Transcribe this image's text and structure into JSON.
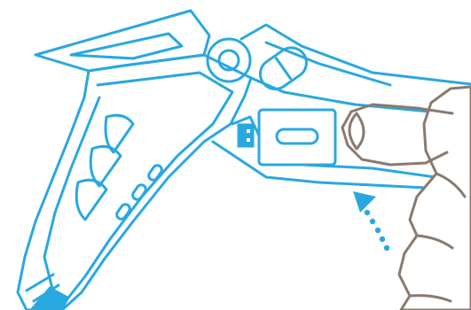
{
  "colors": {
    "background": "#ffffff",
    "tool_outline": "#29a8e0",
    "tool_fill": "#ffffff",
    "accent_fill": "#29a8e0",
    "hand_outline": "#8a7a6e",
    "hand_fill": "#ffffff",
    "arrow": "#29a8e0"
  },
  "illustration": {
    "subject": "wrench-tool",
    "hand": "hand-pressing-release-button",
    "arrow_direction": "up-left"
  }
}
